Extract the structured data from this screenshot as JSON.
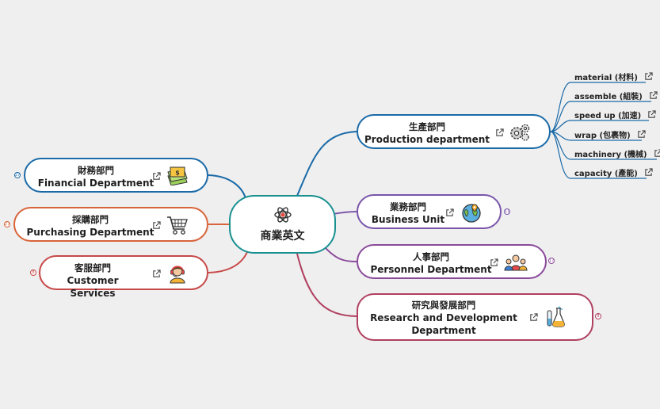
{
  "central": {
    "title": "商業英文",
    "icon": "atom-icon"
  },
  "right_branches": [
    {
      "zh": "生產部門",
      "en": "Production department",
      "icon": "gears-icon",
      "color": "#1a6aa8",
      "count": ""
    },
    {
      "zh": "業務部門",
      "en": "Business Unit",
      "icon": "globe-location-icon",
      "color": "#7a55aa",
      "count": "11"
    },
    {
      "zh": "人事部門",
      "en": "Personnel Department",
      "icon": "team-people-icon",
      "color": "#8a4a9a",
      "count": "17"
    },
    {
      "zh": "研究與發展部門",
      "en1": "Research and Development",
      "en2": "Department",
      "icon": "lab-flask-icon",
      "color": "#b04060",
      "count": "8"
    }
  ],
  "left_branches": [
    {
      "zh": "財務部門",
      "en": "Financial Department",
      "icon": "money-icon",
      "color": "#1a6aa8",
      "count": "27"
    },
    {
      "zh": "採購部門",
      "en": "Purchasing Department",
      "icon": "shopping-cart-icon",
      "color": "#d8643a",
      "count": "27"
    },
    {
      "zh": "客服部門",
      "en": "Customer Services",
      "icon": "customer-service-icon",
      "color": "#c84848",
      "count": "8"
    }
  ],
  "production_leaves": [
    {
      "label": "material (材料)"
    },
    {
      "label": "assemble (組裝)"
    },
    {
      "label": "speed up (加速)"
    },
    {
      "label": "wrap (包裹物)"
    },
    {
      "label": "machinery (機械)"
    },
    {
      "label": "capacity (產能)"
    }
  ],
  "colors": {
    "center": "#1a9090",
    "background": "#efefef"
  }
}
